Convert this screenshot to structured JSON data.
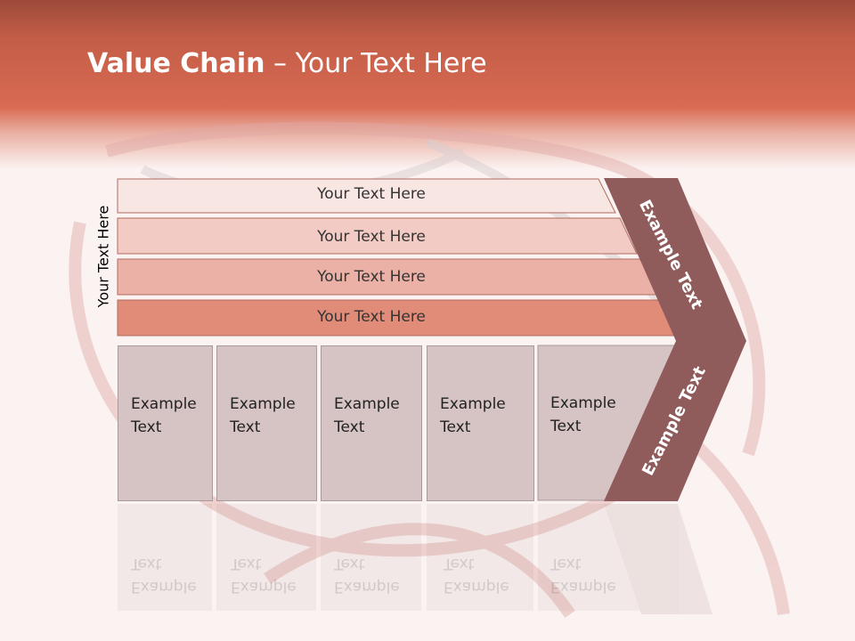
{
  "title": {
    "bold": "Value Chain",
    "rest": " – Your Text Here"
  },
  "side_label": "Your Text Here",
  "bars": [
    {
      "label": "Your Text Here",
      "fill": "#f8e6e3"
    },
    {
      "label": "Your Text Here",
      "fill": "#f2cbc5"
    },
    {
      "label": "Your Text Here",
      "fill": "#ebb1a6"
    },
    {
      "label": "Your Text Here",
      "fill": "#e08c78"
    }
  ],
  "boxes": [
    {
      "line1": "Example",
      "line2": "Text"
    },
    {
      "line1": "Example",
      "line2": "Text"
    },
    {
      "line1": "Example",
      "line2": "Text"
    },
    {
      "line1": "Example",
      "line2": "Text"
    },
    {
      "line1": "Example",
      "line2": "Text"
    }
  ],
  "chevron": {
    "upper_text": "Example Text",
    "lower_text": "Example Text",
    "fill": "#905b5b"
  },
  "colors": {
    "header": "#d96a52",
    "box_fill": "#d6c3c4"
  }
}
